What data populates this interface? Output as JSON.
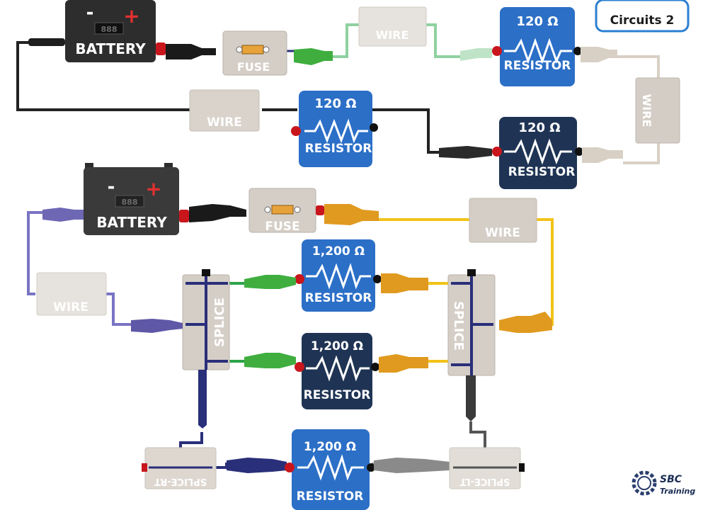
{
  "board": {
    "title": "Circuits 2",
    "logo_text": "SBC",
    "logo_sub": "Training"
  },
  "labels": {
    "battery": "BATTERY",
    "fuse": "FUSE",
    "wire": "WIRE",
    "resistor": "RESISTOR",
    "splice": "SPLICE",
    "splice_rt": "SPLICE-RT",
    "splice_lt": "SPLICE-LT",
    "battery_display": "888",
    "minus": "-",
    "plus": "+"
  },
  "values": {
    "r120": "120 Ω",
    "r1200": "1,200 Ω"
  },
  "colors": {
    "resistor_blue": "#2b6fc7",
    "resistor_navy": "#1f3454",
    "battery_body": "#2d2d2d",
    "module_gray": "#d5cec7",
    "wire_black": "#222222",
    "wire_green": "#8fd1a0",
    "wire_tan": "#d8d0c4",
    "wire_yellow": "#f2c318",
    "wire_purple": "#7a74c4",
    "wire_darkgreen": "#2da34a",
    "wire_navy": "#2a2f7a",
    "wire_gray": "#7a7a7a",
    "clip_red": "#c8161c",
    "connector_orange": "#e09a1f",
    "connector_green": "#3fae3f",
    "title_border": "#2b7fd1"
  }
}
